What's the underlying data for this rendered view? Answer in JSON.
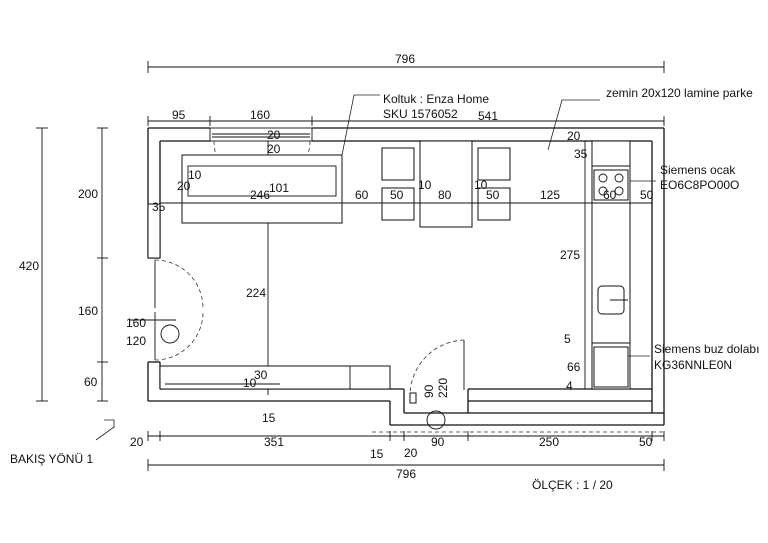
{
  "title": "",
  "callouts": {
    "sofa": {
      "line1": "Koltuk : Enza Home",
      "line2": "SKU 1576052"
    },
    "floor": {
      "line1": "zemin 20x120 lamine parke"
    },
    "hob": {
      "line1": "Siemens ocak",
      "line2": "EO6C8PO00O"
    },
    "fridge": {
      "line1": "Siemens buz dolabı",
      "line2": "KG36NNLE0N"
    }
  },
  "view_label": "BAKIŞ YÖNÜ 1",
  "scale_label": "ÖLÇEK : 1 / 20",
  "dimensions": {
    "top_total": "796",
    "top_seg_a": "95",
    "top_seg_b": "160",
    "top_seg_c": "541",
    "win_20a": "20",
    "win_20b": "20",
    "right_20": "20",
    "right_35": "35",
    "sofa_10": "10",
    "sofa_20": "20",
    "sofa_246": "246",
    "sofa_101": "101",
    "left_35": "35",
    "row_60": "60",
    "chair_50a": "50",
    "table_10a": "10",
    "table_80": "80",
    "table_10b": "10",
    "chair_50b": "50",
    "row_125": "125",
    "hob_60": "60",
    "hob_50": "50",
    "v_275": "275",
    "v_224": "224",
    "v_5": "5",
    "v_66": "66",
    "v_4": "4",
    "door_160": "160",
    "door_120": "120",
    "v_30": "30",
    "v_10": "10",
    "v_15": "15",
    "door2_90": "90",
    "door2_220": "220",
    "left_200": "200",
    "left_160": "160",
    "left_60": "60",
    "left_420": "420",
    "bot_20": "20",
    "bot_351": "351",
    "bot_15": "15",
    "bot_20b": "20",
    "bot_90": "90",
    "bot_250": "250",
    "bot_50": "50",
    "bot_total": "796"
  }
}
